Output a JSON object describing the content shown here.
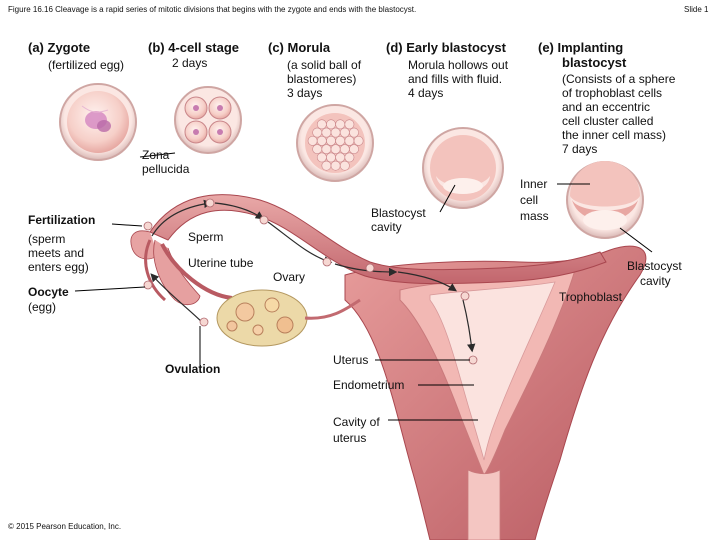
{
  "header": {
    "caption": "Figure 16.16 Cleavage is a rapid series of mitotic divisions that begins with the zygote and ends with the blastocyst.",
    "slide": "Slide 1"
  },
  "stages": {
    "a": {
      "title": "(a) Zygote",
      "detail": "(fertilized egg)"
    },
    "b": {
      "title": "(b) 4-cell stage",
      "detail": "2 days"
    },
    "c": {
      "title": "(c) Morula",
      "detail": [
        "(a solid ball of",
        "blastomeres)",
        "3 days"
      ]
    },
    "d": {
      "title": "(d) Early blastocyst",
      "detail": [
        "Morula hollows out",
        "and fills with fluid.",
        "4 days"
      ]
    },
    "e": {
      "title": [
        "(e) Implanting",
        "blastocyst"
      ],
      "detail": [
        "(Consists of a sphere",
        "of trophoblast cells",
        "and an eccentric",
        "cell cluster called",
        "the inner cell mass)",
        "7 days"
      ]
    }
  },
  "labels": {
    "zona": [
      "Zona",
      "pellucida"
    ],
    "fertilization": "Fertilization",
    "fertilization_detail": [
      "(sperm",
      "meets and",
      "enters egg)"
    ],
    "oocyte": "Oocyte",
    "oocyte_detail": "(egg)",
    "sperm": "Sperm",
    "uterine_tube": "Uterine tube",
    "ovary": "Ovary",
    "ovulation": "Ovulation",
    "blastocyst_cavity_left": [
      "Blastocyst",
      "cavity"
    ],
    "inner_cell_mass": [
      "Inner",
      "cell",
      "mass"
    ],
    "blastocyst_cavity_right": [
      "Blastocyst",
      "cavity"
    ],
    "trophoblast": "Trophoblast",
    "uterus": "Uterus",
    "endometrium": "Endometrium",
    "cavity_of_uterus": [
      "Cavity of",
      "uterus"
    ]
  },
  "footer": {
    "copyright": "© 2015 Pearson Education, Inc."
  },
  "colors": {
    "tissue": "#d9868a",
    "tissue_dark": "#a9474f",
    "lining": "#f2b8b4",
    "ovary": "#ecd9a8",
    "cell": "#f7d9d4",
    "cell_nucleus": "#c77cb0",
    "leader": "#000000",
    "arrow": "#2b2b2b"
  }
}
